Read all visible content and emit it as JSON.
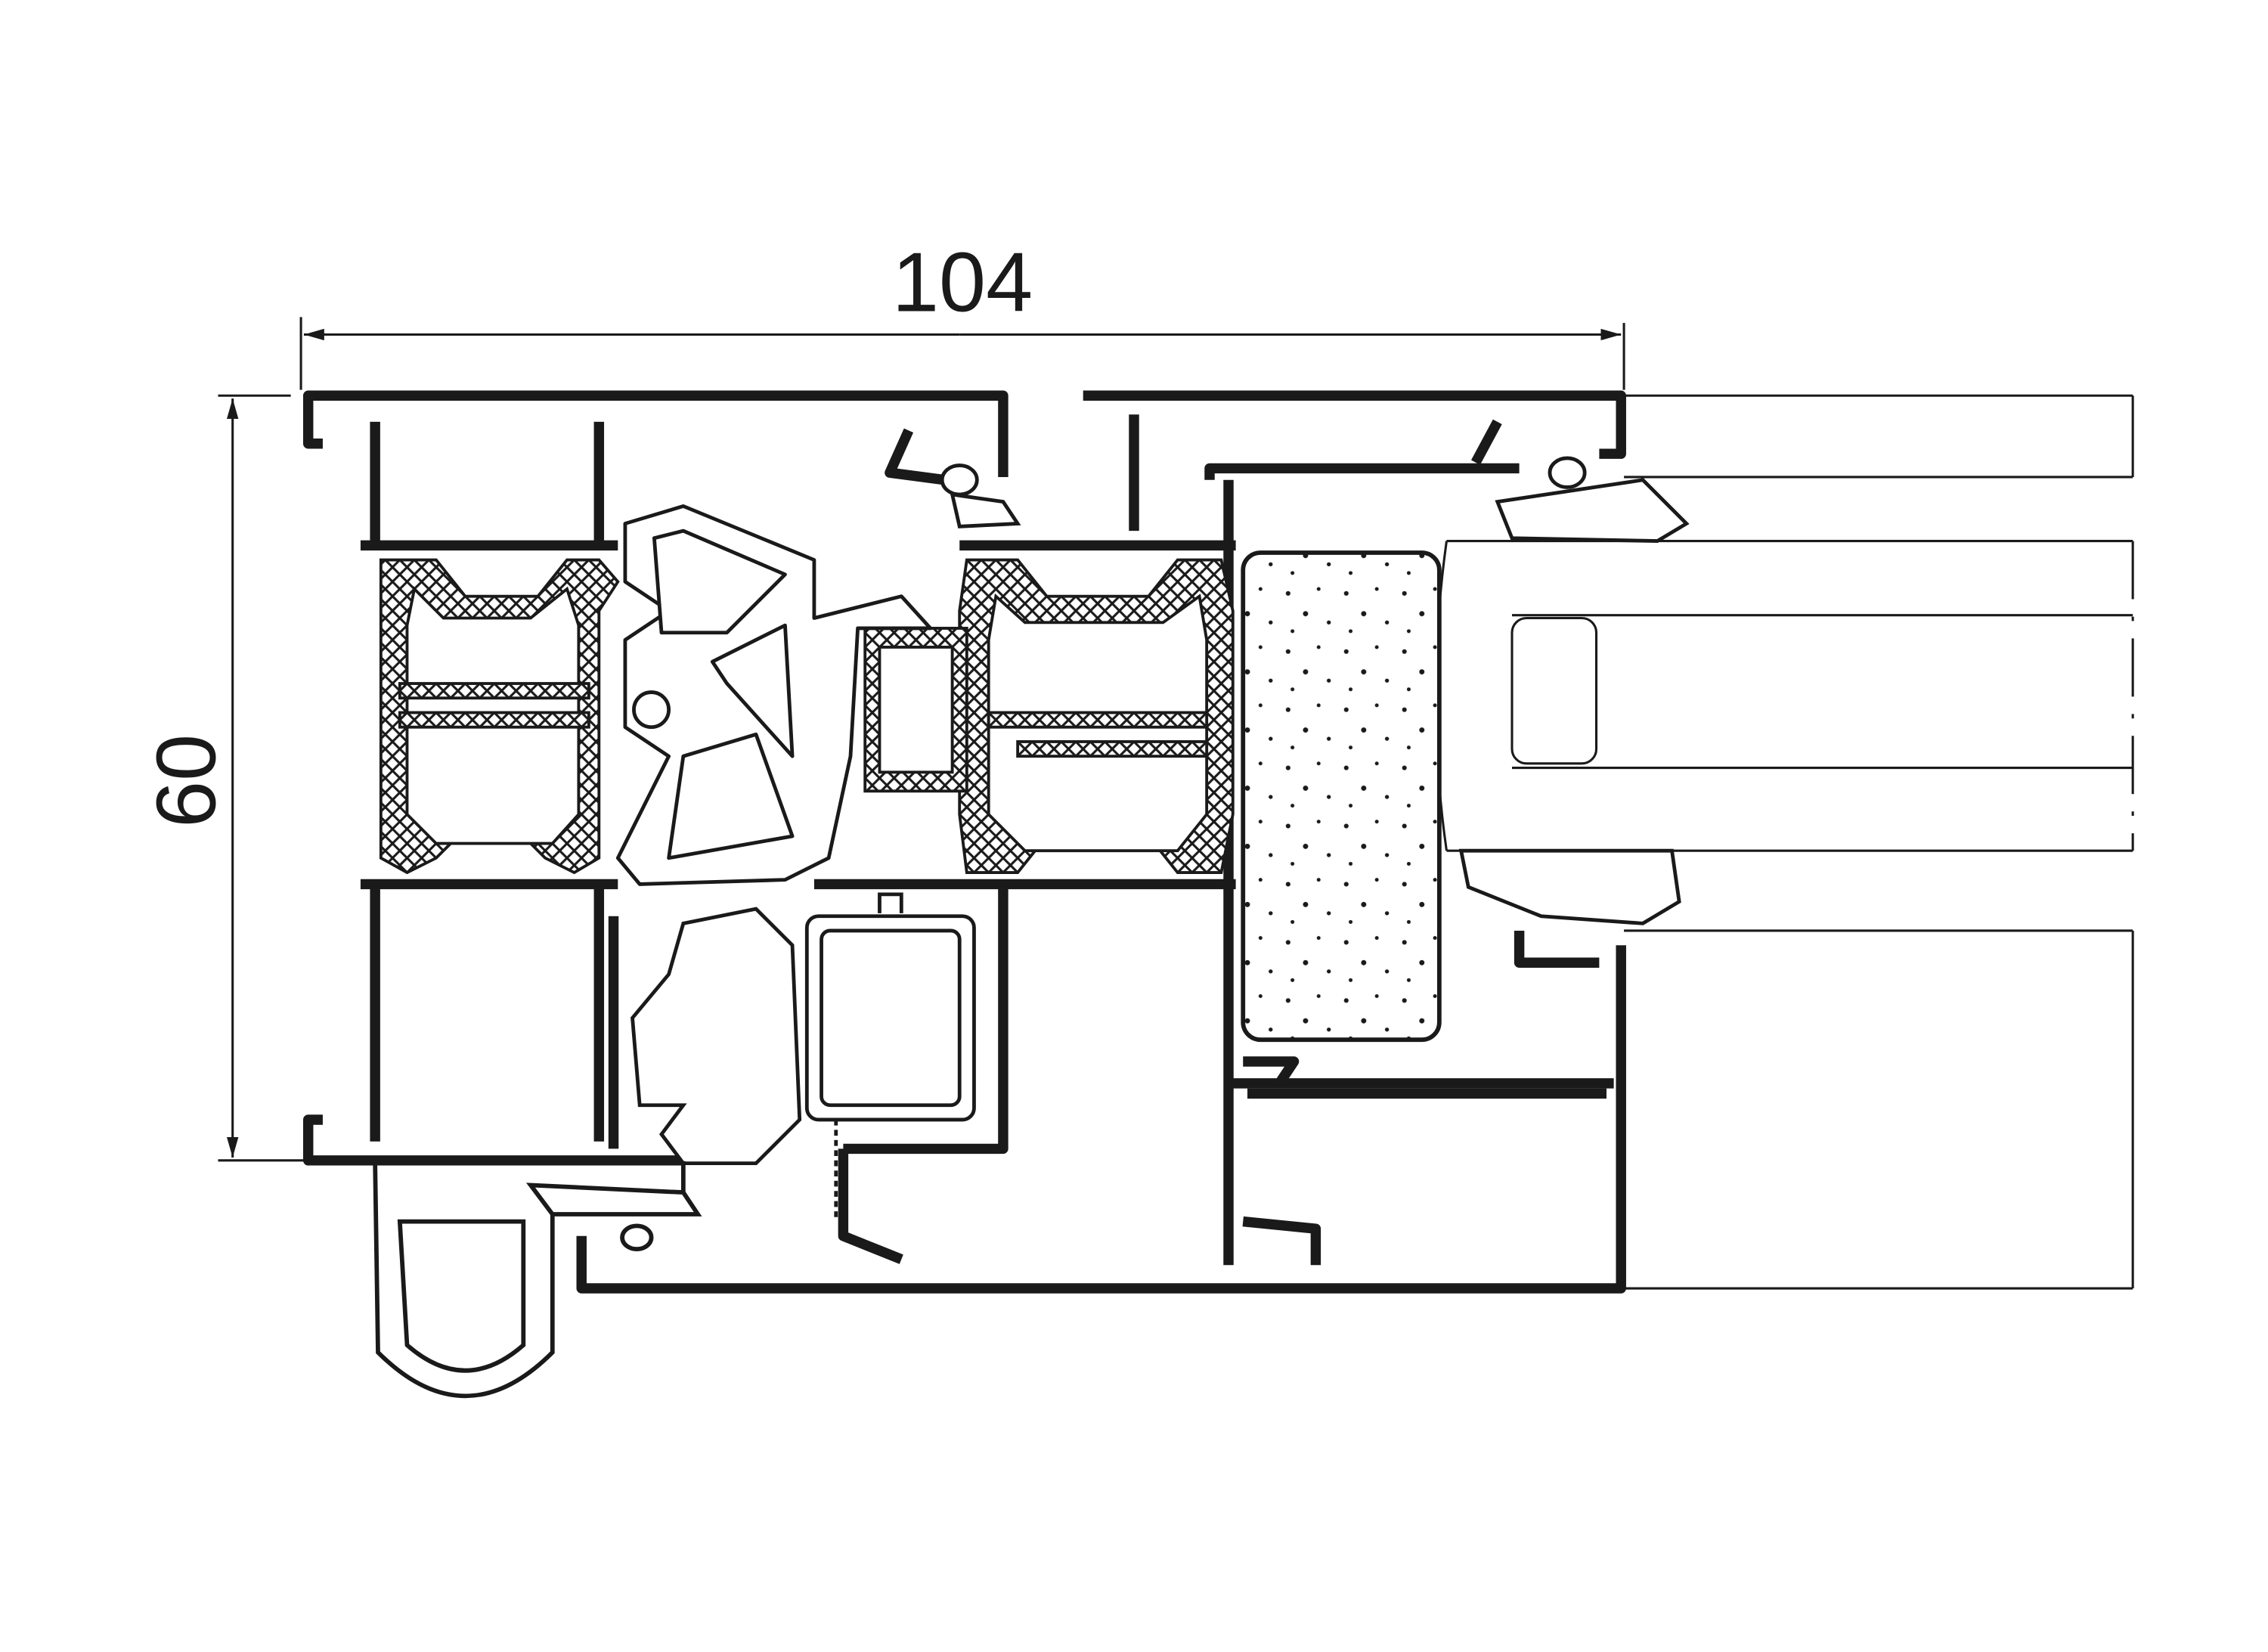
{
  "drawing": {
    "type": "window profile cross-section",
    "dimensions": {
      "width_label": "104",
      "height_label": "60"
    },
    "colors": {
      "line": "#1a1a1a",
      "background": "#ffffff"
    }
  }
}
